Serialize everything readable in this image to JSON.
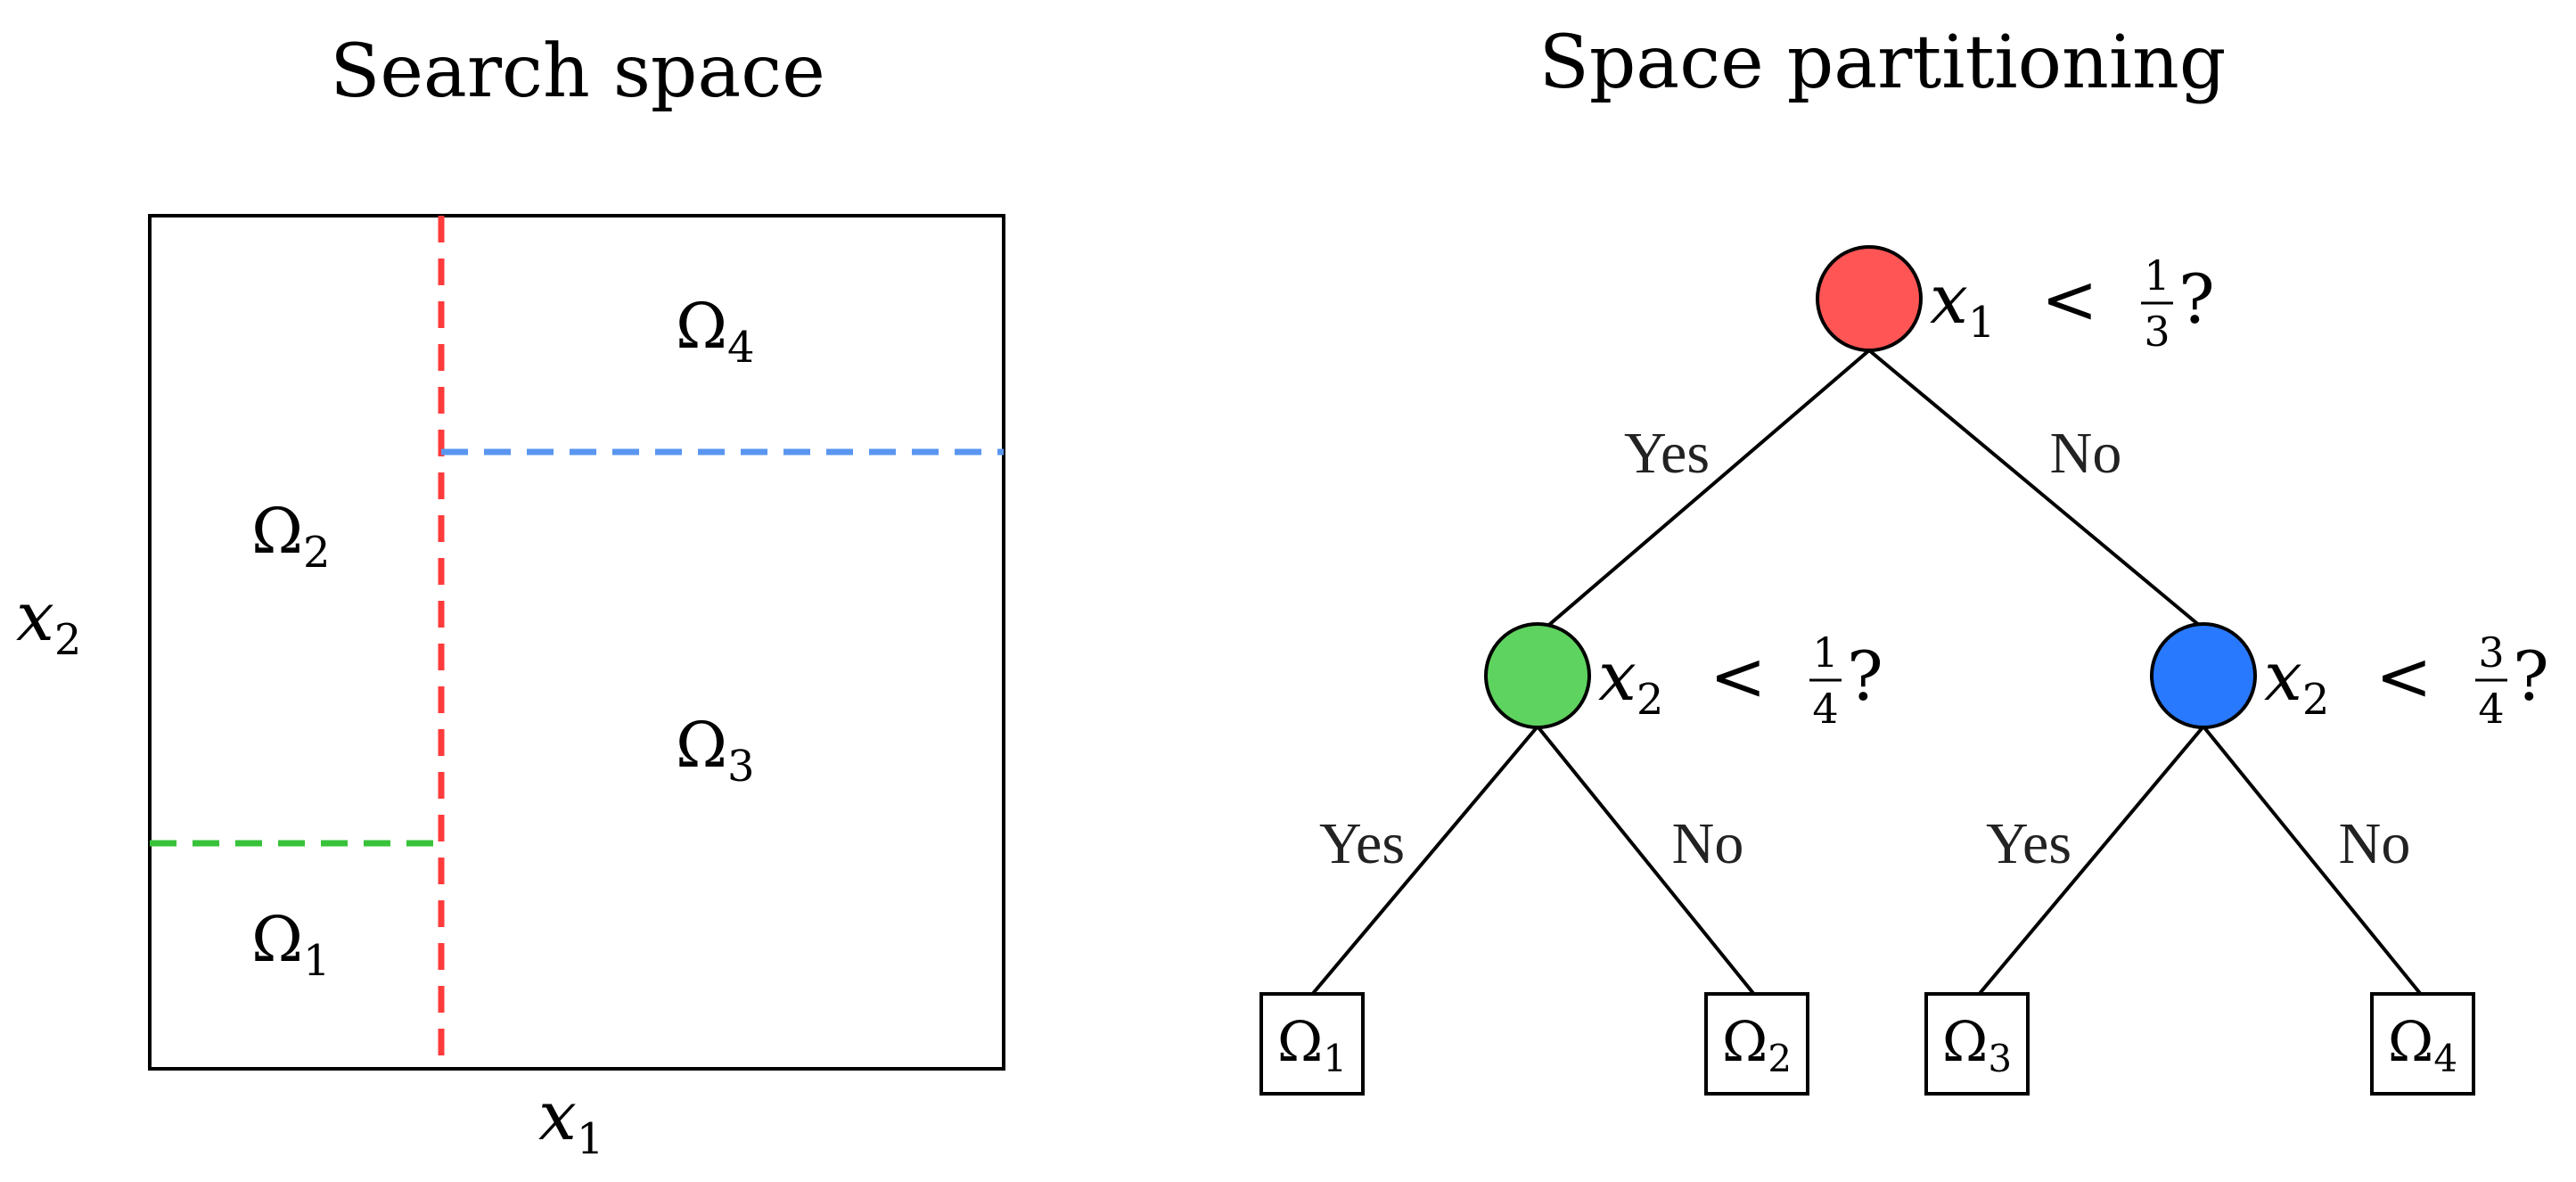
{
  "panels": {
    "left": {
      "title": "Search space"
    },
    "right": {
      "title": "Space partitioning"
    }
  },
  "search_space": {
    "x_axis": {
      "symbol": "x",
      "subscript": "1"
    },
    "y_axis": {
      "symbol": "x",
      "subscript": "2"
    },
    "regions": [
      {
        "symbol": "Ω",
        "subscript": "1"
      },
      {
        "symbol": "Ω",
        "subscript": "2"
      },
      {
        "symbol": "Ω",
        "subscript": "3"
      },
      {
        "symbol": "Ω",
        "subscript": "4"
      }
    ],
    "splits": [
      {
        "axis": "x1",
        "value": "1/3",
        "color": "#ff3b3b"
      },
      {
        "axis": "x2",
        "value": "1/4",
        "color": "#38c23a"
      },
      {
        "axis": "x2",
        "value": "3/4",
        "color": "#5a96f0"
      }
    ]
  },
  "tree": {
    "nodes": [
      {
        "id": "root",
        "color": "#ff5555",
        "var": "x",
        "var_sub": "1",
        "op": "<",
        "num": "1",
        "den": "3",
        "q": "?"
      },
      {
        "id": "left",
        "color": "#5fd35f",
        "var": "x",
        "var_sub": "2",
        "op": "<",
        "num": "1",
        "den": "4",
        "q": "?"
      },
      {
        "id": "right",
        "color": "#2979ff",
        "var": "x",
        "var_sub": "2",
        "op": "<",
        "num": "3",
        "den": "4",
        "q": "?"
      }
    ],
    "edge_labels": [
      "Yes",
      "No",
      "Yes",
      "No",
      "Yes",
      "No"
    ],
    "leaves": [
      {
        "symbol": "Ω",
        "subscript": "1"
      },
      {
        "symbol": "Ω",
        "subscript": "2"
      },
      {
        "symbol": "Ω",
        "subscript": "3"
      },
      {
        "symbol": "Ω",
        "subscript": "4"
      }
    ]
  }
}
